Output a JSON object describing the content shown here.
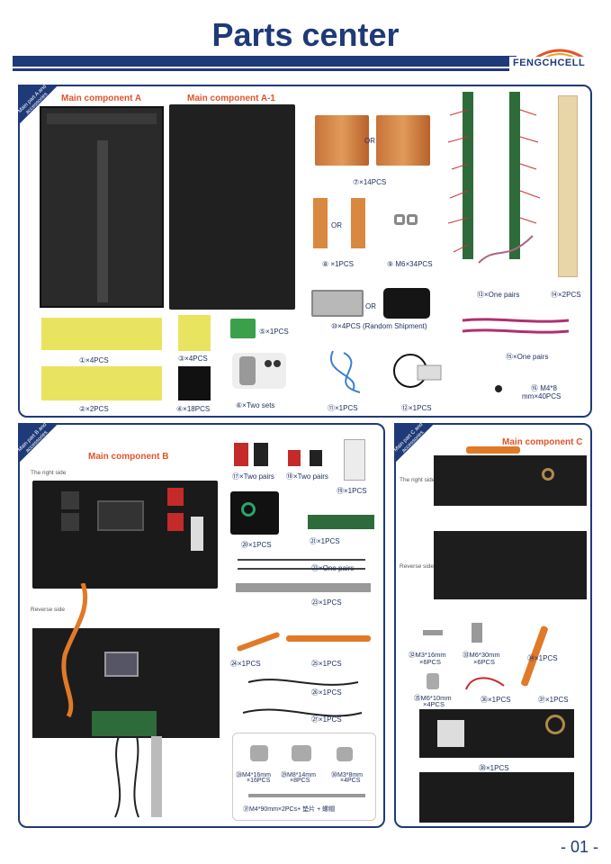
{
  "page": {
    "title": "Parts center",
    "brand": "FENGCHCELL",
    "page_number": "- 01 -"
  },
  "panel_a": {
    "corner": "Main part A and accessories",
    "title_a": "Main component A",
    "title_a1": "Main component  A-1",
    "items": {
      "i1": "①×4PCS",
      "i2": "②×2PCS",
      "i3": "③×4PCS",
      "i4": "④×18PCS",
      "i5": "⑤×1PCS",
      "i6": "⑥×Two sets",
      "i7": "⑦×14PCS",
      "i8": "⑧ ×1PCS",
      "i9": "⑨ M6×34PCS",
      "i10": "⑩×4PCS (Random Shipment)",
      "i11": "⑪×1PCS",
      "i12": "⑫×1PCS",
      "i13": "⑬×One pairs",
      "i14": "⑭×2PCS",
      "i15": "⑮×One pairs",
      "i16a": "⑯ M4*8",
      "i16b": "mm×40PCS"
    },
    "or": "OR"
  },
  "panel_b": {
    "corner": "Main part B and accessories",
    "title": "Main component B",
    "right_side": "The right side",
    "reverse_side": "Reverse side",
    "items": {
      "i17": "⑰×Two pairs",
      "i18": "⑱×Two pairs",
      "i19": "⑲×1PCS",
      "i20": "⑳×1PCS",
      "i21": "㉑×1PCS",
      "i22": "㉒×One pairs",
      "i23": "㉓×1PCS",
      "i24": "㉔×1PCS",
      "i25": "㉕×1PCS",
      "i26": "㉖×1PCS",
      "i27": "㉗×1PCS",
      "i28a": "㉘M4*16mm",
      "i28b": "×16PCS",
      "i29a": "㉙M8*14mm",
      "i29b": "×8PCS",
      "i30a": "㉚M3*8mm",
      "i30b": "×4PCS",
      "i31": "㉛M4*90mm×2PCs+ 垫片 + 螺帽"
    }
  },
  "panel_c": {
    "corner": "Main part C and accessories",
    "title": "Main component C",
    "right_side": "The right side",
    "reverse_side": "Reverse side",
    "items": {
      "i32a": "㉜M3*16mm",
      "i32b": "×6PCS",
      "i33a": "㉝M6*30mm",
      "i33b": "×6PCS",
      "i34": "㉞×1PCS",
      "i35a": "㉟M6*10mm",
      "i35b": "×4PCS",
      "i36": "㊱×1PCS",
      "i37": "㊲×1PCS",
      "i38": "㊳×1PCS"
    }
  },
  "colors": {
    "brand_blue": "#1f3a78",
    "accent_orange": "#e0542b"
  }
}
